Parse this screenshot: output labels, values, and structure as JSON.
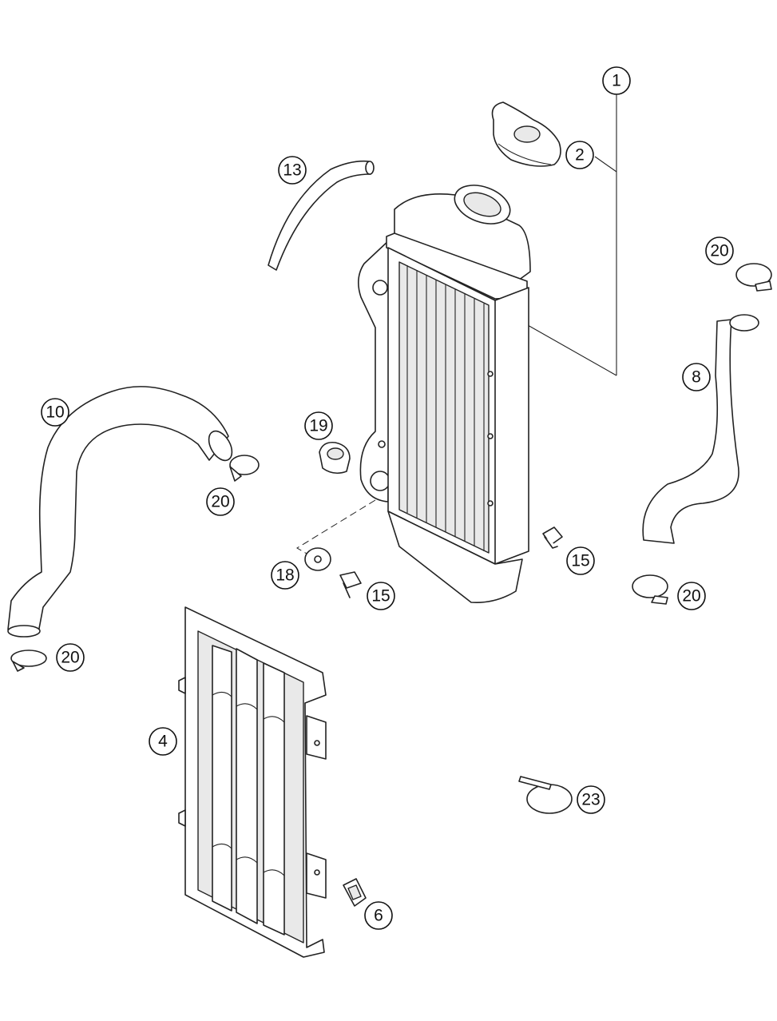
{
  "callouts": [
    {
      "id": "c1",
      "number": "1"
    },
    {
      "id": "c2",
      "number": "2"
    },
    {
      "id": "c13",
      "number": "13"
    },
    {
      "id": "c20a",
      "number": "20"
    },
    {
      "id": "c8",
      "number": "8"
    },
    {
      "id": "c10",
      "number": "10"
    },
    {
      "id": "c19",
      "number": "19"
    },
    {
      "id": "c20b",
      "number": "20"
    },
    {
      "id": "c15a",
      "number": "15"
    },
    {
      "id": "c18",
      "number": "18"
    },
    {
      "id": "c15b",
      "number": "15"
    },
    {
      "id": "c20c",
      "number": "20"
    },
    {
      "id": "c20d",
      "number": "20"
    },
    {
      "id": "c4",
      "number": "4"
    },
    {
      "id": "c23",
      "number": "23"
    },
    {
      "id": "c6",
      "number": "6"
    }
  ]
}
